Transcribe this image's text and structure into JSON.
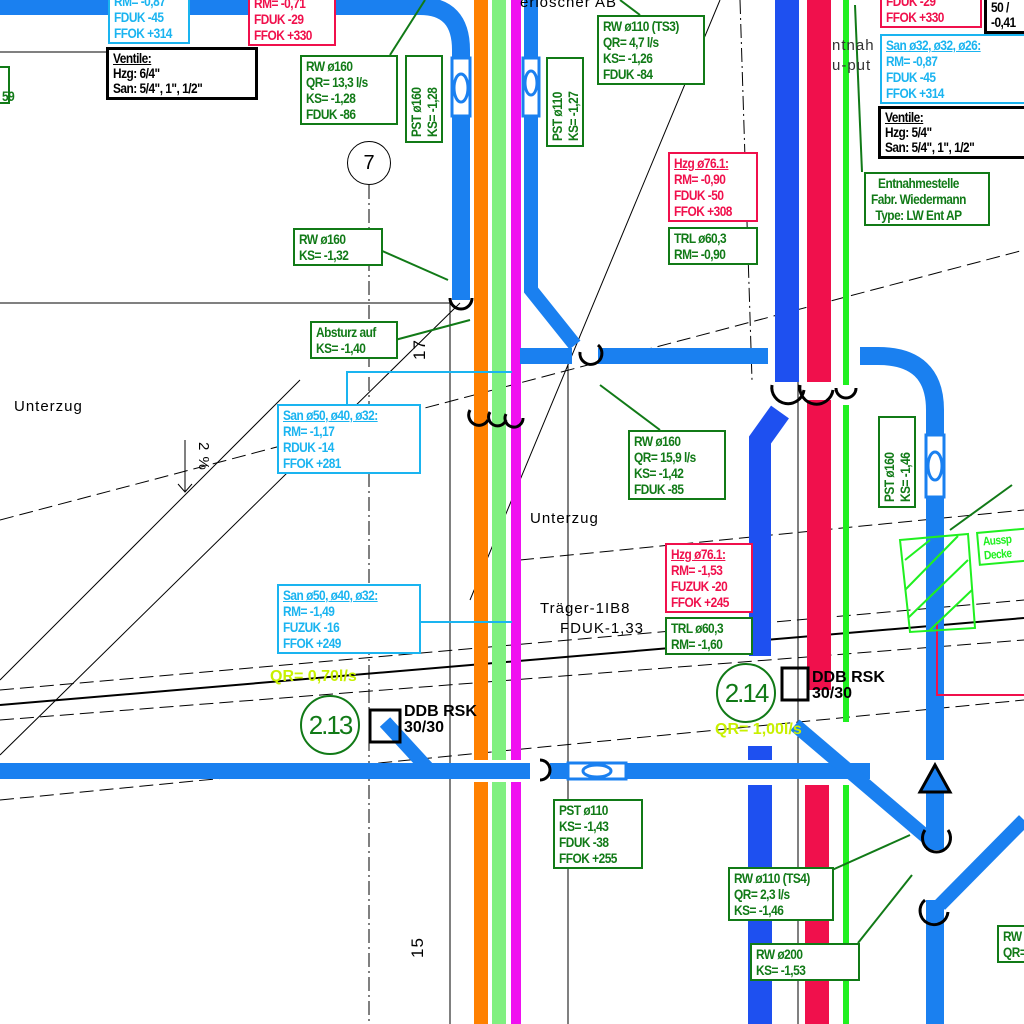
{
  "colors": {
    "pipe_blue": "#1a80f0",
    "pipe_dark_blue": "#1e50f0",
    "hzg_red": "#f0104c",
    "orange": "#ff8000",
    "light_green": "#80f080",
    "magenta": "#f010f0",
    "bright_green": "#20f020",
    "label_green": "#117a17",
    "label_cyan": "#1ab4f0",
    "qr_yellow": "#c8f000"
  },
  "labels": {
    "san_top_left": [
      "RM= -0,87",
      "FDUK -45",
      "FFOK +314"
    ],
    "hzg_top_left": [
      "RM= -0,71",
      "FDUK -29",
      "FFOK +330"
    ],
    "ventile_left": [
      "Ventile:",
      "Hzg: 6/4\"",
      "San: 5/4\", 1\", 1/2\""
    ],
    "partial_left": [
      "59"
    ],
    "rw160_a": [
      "RW ø160",
      "QR= 13,3 l/s",
      "KS= -1,28",
      "FDUK -86"
    ],
    "pst160_a": [
      "PST ø160",
      "KS= -1,28"
    ],
    "rw110_ts3": [
      "RW ø110 (TS3)",
      "QR= 4,7 l/s",
      "KS= -1,26",
      "FDUK -84"
    ],
    "pst110_a": [
      "PST ø110",
      "KS= -1,27"
    ],
    "hzg761_a": [
      "Hzg ø76.1:",
      "RM= -0,90",
      "FDUK -50",
      "FFOK +308"
    ],
    "trl603_a": [
      "TRL ø60,3",
      "RM= -0,90"
    ],
    "rw160_b": [
      "RW ø160",
      "KS= -1,32"
    ],
    "absturz": [
      "Absturz auf",
      "KS= -1,40"
    ],
    "san_mid_a": [
      "San ø50, ø40, ø32:",
      "RM= -1,17",
      "RDUK -14",
      "FFOK +281"
    ],
    "rw160_c": [
      "RW ø160",
      "QR= 15,9 l/s",
      "KS= -1,42",
      "FDUK -85"
    ],
    "hzg761_b": [
      "Hzg ø76.1:",
      "RM= -1,53",
      "FUZUK -20",
      "FFOK +245"
    ],
    "trl603_b": [
      "TRL ø60,3",
      "RM= -1,60"
    ],
    "san_mid_b": [
      "San ø50, ø40, ø32:",
      "RM= -1,49",
      "FUZUK -16",
      "FFOK +249"
    ],
    "pst110_b": [
      "PST ø110",
      "KS= -1,43",
      "FDUK -38",
      "FFOK +255"
    ],
    "pst160_b": [
      "PST ø160",
      "KS= -1,46"
    ],
    "rw110_ts4": [
      "RW ø110 (TS4)",
      "QR= 2,3 l/s",
      "KS= -1,46"
    ],
    "rw200": [
      "RW ø200",
      "KS= -1,53"
    ],
    "hzg_top_right": [
      "FDUK -29",
      "FFOK +330"
    ],
    "black_top_right": [
      "50 /",
      "-0,41"
    ],
    "san_top_right": [
      "San ø32, ø32, ø26:",
      "RM= -0,87",
      "FDUK -45",
      "FFOK +314"
    ],
    "ventile_right": [
      "Ventile:",
      "Hzg: 5/4\"",
      "San: 5/4\", 1\", 1/2\""
    ],
    "entnahme": [
      "Entnahmestelle",
      "Fabr. Wiedermann",
      "Type: LW Ent AP"
    ],
    "aussparung": [
      "Aussp",
      "Decke"
    ],
    "partial_bottom_right": [
      "RW",
      "QR="
    ]
  },
  "annotations": {
    "feuerloescher": "erlöscher AB",
    "unterzug_left": "Unterzug",
    "unterzug_mid": "Unterzug",
    "slope": "2 %",
    "traeger": "Träger-1IB8",
    "traeger_fduk": "FDUK-1,33",
    "axis_7": "7",
    "axis_15": "15",
    "axis_17": "17",
    "qr_213": "QR= 0,70l/s",
    "qr_214": "QR= 1,00l/s",
    "shaft_213": "2.13",
    "shaft_214": "2.14",
    "ddb_a": [
      "DDB RSK",
      "30/30"
    ],
    "ddb_b": [
      "DDB RSK",
      "30/30"
    ],
    "entnahme_bg": [
      "ntnah",
      "u-put"
    ]
  }
}
